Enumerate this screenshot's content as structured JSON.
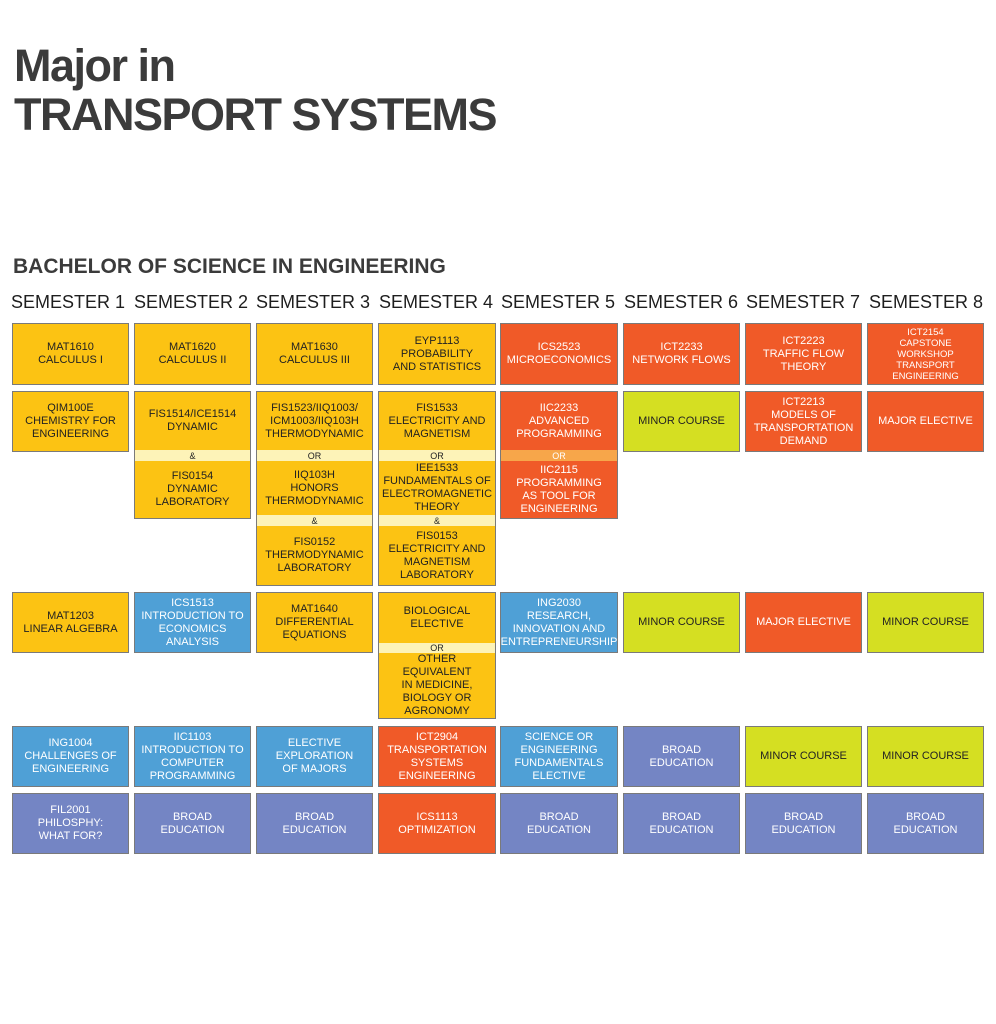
{
  "title_line1": "Major in",
  "title_line2": "TRANSPORT SYSTEMS",
  "subtitle": "BACHELOR OF SCIENCE IN ENGINEERING",
  "semesters": [
    "SEMESTER 1",
    "SEMESTER 2",
    "SEMESTER 3",
    "SEMESTER 4",
    "SEMESTER 5",
    "SEMESTER 6",
    "SEMESTER 7",
    "SEMESTER 8"
  ],
  "colors": {
    "yellow": "#fcc313",
    "orange": "#f05a28",
    "lime": "#d5df22",
    "blue": "#4fa0d6",
    "purple": "#7485c4",
    "yellow_separator": "#fdf3b8",
    "orange_separator": "#f7a64a"
  },
  "courses": {
    "s1r1": "MAT1610\nCALCULUS I",
    "s2r1": "MAT1620\nCALCULUS II",
    "s3r1": "MAT1630\nCALCULUS III",
    "s4r1": "EYP1113\nPROBABILITY\nAND STATISTICS",
    "s5r1": "ICS2523\nMICROECONOMICS",
    "s6r1": "ICT2233\nNETWORK FLOWS",
    "s7r1": "ICT2223\nTRAFFIC FLOW\nTHEORY",
    "s8r1": "ICT2154\nCAPSTONE\nWORKSHOP\nTRANSPORT\nENGINEERING",
    "s1r2": "QIM100E\nCHEMISTRY FOR\nENGINEERING",
    "s2r2a": "FIS1514/ICE1514\nDYNAMIC",
    "s2r2sep": "&",
    "s2r2b": "FIS0154\nDYNAMIC\nLABORATORY",
    "s3r2a": "FIS1523/IIQ1003/\nICM1003/IIQ103H\nTHERMODYNAMIC",
    "s3r2sep1": "OR",
    "s3r2b": "IIQ103H\nHONORS\nTHERMODYNAMIC",
    "s3r2sep2": "&",
    "s3r2c": "FIS0152\nTHERMODYNAMIC\nLABORATORY",
    "s4r2a": "FIS1533\nELECTRICITY AND\nMAGNETISM",
    "s4r2sep1": "OR",
    "s4r2b": "IEE1533\nFUNDAMENTALS OF\nELECTROMAGNETIC\nTHEORY",
    "s4r2sep2": "&",
    "s4r2c": "FIS0153\nELECTRICITY AND\nMAGNETISM\nLABORATORY",
    "s5r2a": "IIC2233\nADVANCED\nPROGRAMMING",
    "s5r2sep": "OR",
    "s5r2b": "IIC2115\nPROGRAMMING\nAS TOOL FOR\nENGINEERING",
    "s6r2": "MINOR COURSE",
    "s7r2": "ICT2213\nMODELS OF\nTRANSPORTATION\nDEMAND",
    "s8r2": "MAJOR ELECTIVE",
    "s1r3": "MAT1203\nLINEAR ALGEBRA",
    "s2r3": "ICS1513\nINTRODUCTION TO\nECONOMICS\nANALYSIS",
    "s3r3": "MAT1640\nDIFFERENTIAL\nEQUATIONS",
    "s4r3a": "BIOLOGICAL\nELECTIVE",
    "s4r3sep": "OR",
    "s4r3b": "OTHER EQUIVALENT\nIN MEDICINE,\nBIOLOGY OR\nAGRONOMY",
    "s5r3": "ING2030\nRESEARCH,\nINNOVATION AND\nENTREPRENEURSHIP",
    "s6r3": "MINOR COURSE",
    "s7r3": "MAJOR ELECTIVE",
    "s8r3": "MINOR COURSE",
    "s1r4": "ING1004\nCHALLENGES OF\nENGINEERING",
    "s2r4": "IIC1103\nINTRODUCTION TO\nCOMPUTER\nPROGRAMMING",
    "s3r4": "ELECTIVE\nEXPLORATION\nOF MAJORS",
    "s4r4": "ICT2904\nTRANSPORTATION\nSYSTEMS\nENGINEERING",
    "s5r4": "SCIENCE OR\nENGINEERING\nFUNDAMENTALS\nELECTIVE",
    "s6r4": "BROAD\nEDUCATION",
    "s7r4": "MINOR COURSE",
    "s8r4": "MINOR COURSE",
    "s1r5": "FIL2001\nPHILOSPHY:\nWHAT FOR?",
    "s2r5": "BROAD\nEDUCATION",
    "s3r5": "BROAD\nEDUCATION",
    "s4r5": "ICS1113\nOPTIMIZATION",
    "s5r5": "BROAD\nEDUCATION",
    "s6r5": "BROAD\nEDUCATION",
    "s7r5": "BROAD\nEDUCATION",
    "s8r5": "BROAD\nEDUCATION"
  }
}
